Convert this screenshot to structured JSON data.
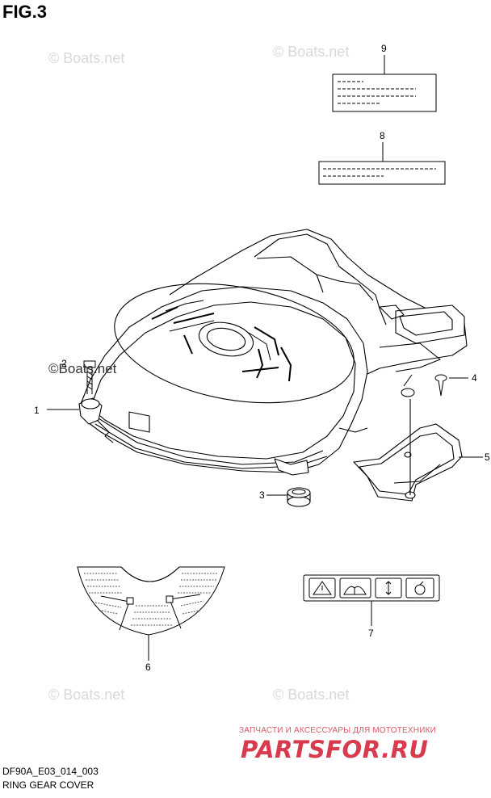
{
  "figure": {
    "title": "FIG.3"
  },
  "watermark": {
    "text": "© Boats.net",
    "overlay_text": "©Boats.net"
  },
  "callouts": [
    {
      "number": "1"
    },
    {
      "number": "2"
    },
    {
      "number": "3"
    },
    {
      "number": "4"
    },
    {
      "number": "5"
    },
    {
      "number": "6"
    },
    {
      "number": "7"
    },
    {
      "number": "8"
    },
    {
      "number": "9"
    }
  ],
  "footer": {
    "code": "DF90A_E03_014_003",
    "name": "RING GEAR COVER"
  },
  "shop": {
    "tagline": "ЗАПЧАСТИ И АКСЕССУАРЫ ДЛЯ МОТОТЕХНИКИ",
    "logo": "PARTSFOR.RU",
    "color": "#d83b4e"
  }
}
